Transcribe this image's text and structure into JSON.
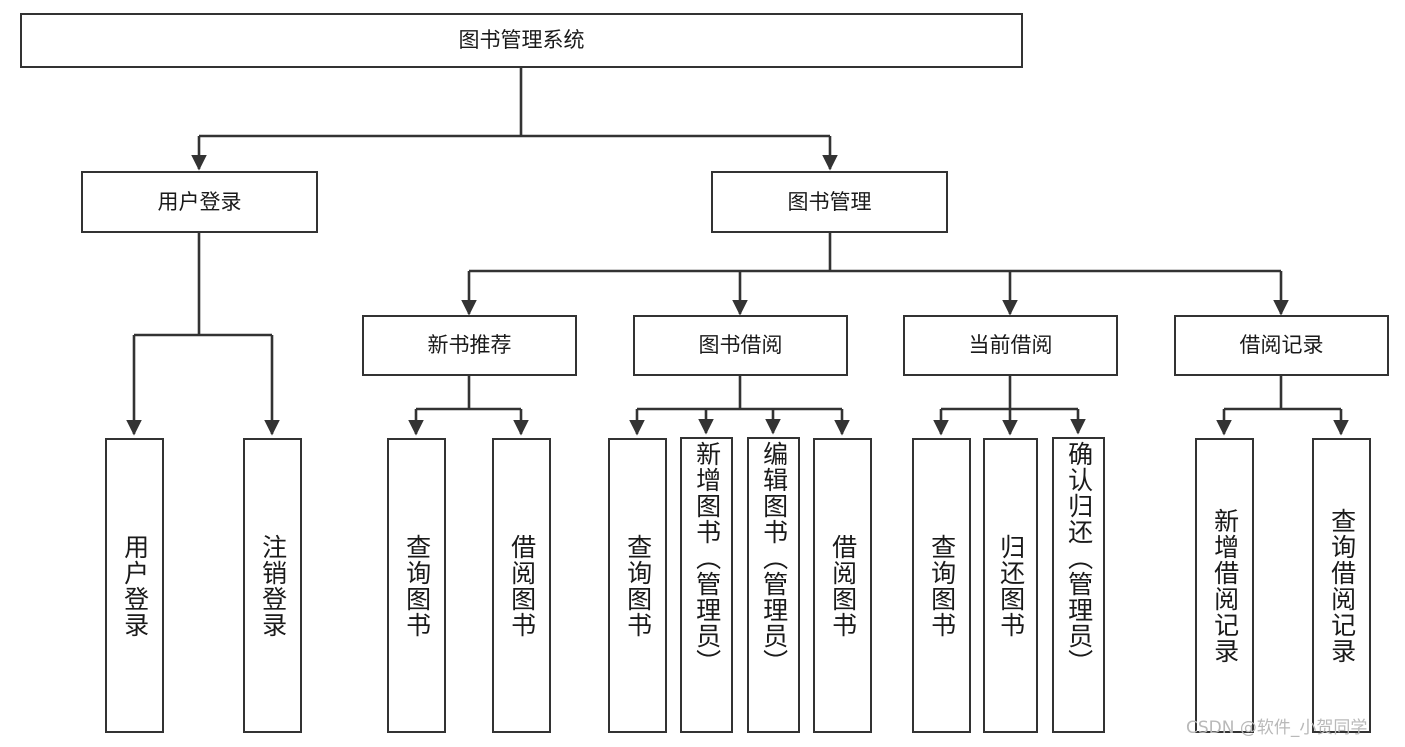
{
  "diagram": {
    "title": "图书管理系统",
    "root": {
      "id": "root",
      "label": "图书管理系统"
    },
    "level2": [
      {
        "id": "user-login",
        "label": "用户登录"
      },
      {
        "id": "book-management",
        "label": "图书管理"
      }
    ],
    "level3": [
      {
        "id": "new-book-recommend",
        "label": "新书推荐"
      },
      {
        "id": "book-borrow",
        "label": "图书借阅"
      },
      {
        "id": "current-borrow",
        "label": "当前借阅"
      },
      {
        "id": "borrow-record",
        "label": "借阅记录"
      }
    ],
    "leaves": {
      "user_login": [
        {
          "id": "leaf-user-login",
          "label": "用户登录"
        },
        {
          "id": "leaf-logout-login",
          "label": "注销登录"
        }
      ],
      "new_book_recommend": [
        {
          "id": "leaf-query-book-1",
          "label": "查询图书"
        },
        {
          "id": "leaf-borrow-book-1",
          "label": "借阅图书"
        }
      ],
      "book_borrow": [
        {
          "id": "leaf-query-book-2",
          "label": "查询图书"
        },
        {
          "id": "leaf-add-book-admin",
          "label": "新增图书（管理员）"
        },
        {
          "id": "leaf-edit-book-admin",
          "label": "编辑图书（管理员）"
        },
        {
          "id": "leaf-borrow-book-2",
          "label": "借阅图书"
        }
      ],
      "current_borrow": [
        {
          "id": "leaf-query-book-3",
          "label": "查询图书"
        },
        {
          "id": "leaf-return-book",
          "label": "归还图书"
        },
        {
          "id": "leaf-confirm-return-admin",
          "label": "确认归还（管理员）"
        }
      ],
      "borrow_record": [
        {
          "id": "leaf-add-borrow-record",
          "label": "新增借阅记录"
        },
        {
          "id": "leaf-query-borrow-record",
          "label": "查询借阅记录"
        }
      ]
    },
    "colors": {
      "stroke": "#333333",
      "box_fill": "#ffffff",
      "text": "#1a1a1a",
      "watermark": "#b9b9b9",
      "background": "#ffffff"
    }
  },
  "watermark": {
    "text": "CSDN @软件_小贺同学"
  }
}
